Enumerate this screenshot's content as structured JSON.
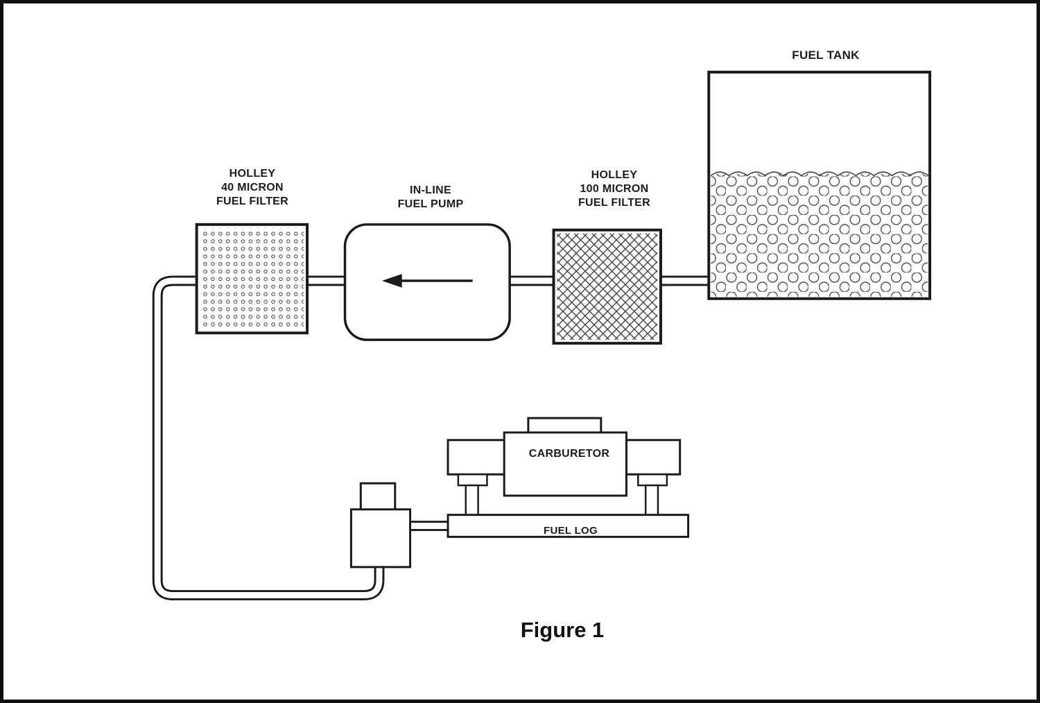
{
  "diagram": {
    "caption": "Figure 1",
    "components": {
      "fuel_tank": {
        "label": "FUEL TANK"
      },
      "filter_40_micron": {
        "label": "HOLLEY\n40 MICRON\nFUEL FILTER"
      },
      "inline_fuel_pump": {
        "label": "IN-LINE\nFUEL PUMP"
      },
      "filter_100_micron": {
        "label": "HOLLEY\n100 MICRON\nFUEL FILTER"
      },
      "carburetor": {
        "label": "CARBURETOR"
      },
      "fuel_log": {
        "label": "FUEL LOG"
      }
    },
    "colors": {
      "line": "#1a1a1a",
      "background": "#ffffff"
    }
  }
}
